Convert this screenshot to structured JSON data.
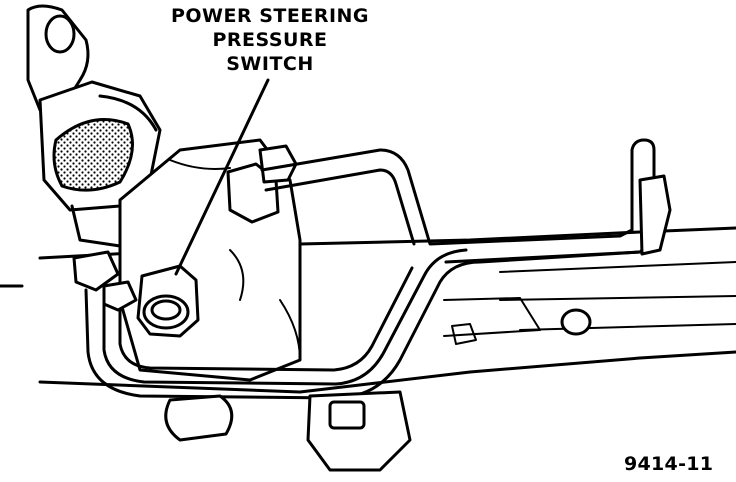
{
  "callout": {
    "lines": [
      "POWER STEERING",
      "PRESSURE",
      "SWITCH"
    ]
  },
  "figure_id": "9414-11"
}
